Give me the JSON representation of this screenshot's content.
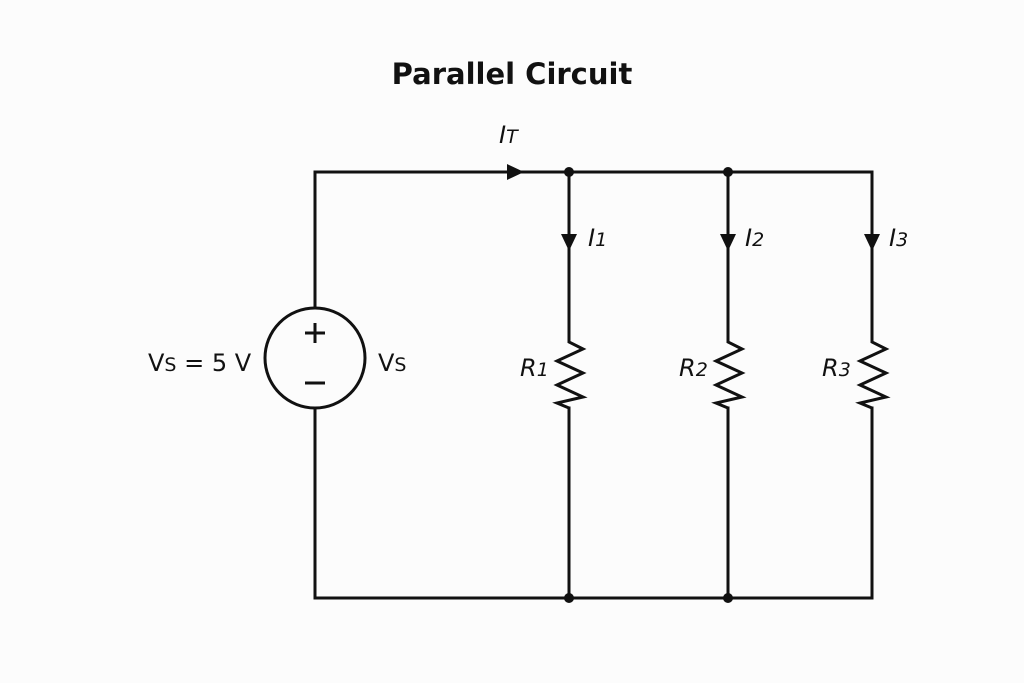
{
  "title": "Parallel Circuit",
  "colors": {
    "background": "#fcfcfc",
    "ink": "#111111"
  },
  "source": {
    "label_left_main": "V",
    "label_left_sub": "S",
    "label_left_value": " = 5 V",
    "label_right_main": "V",
    "label_right_sub": "S",
    "voltage_value": 5,
    "voltage_unit": "V",
    "positive_terminal": "+",
    "negative_terminal": "−"
  },
  "total_current": {
    "main": "I",
    "sub": "T"
  },
  "branches": [
    {
      "current_main": "I",
      "current_sub": "1",
      "resistor_main": "R",
      "resistor_sub": "1"
    },
    {
      "current_main": "I",
      "current_sub": "2",
      "resistor_main": "R",
      "resistor_sub": "2"
    },
    {
      "current_main": "I",
      "current_sub": "3",
      "resistor_main": "R",
      "resistor_sub": "3"
    }
  ]
}
